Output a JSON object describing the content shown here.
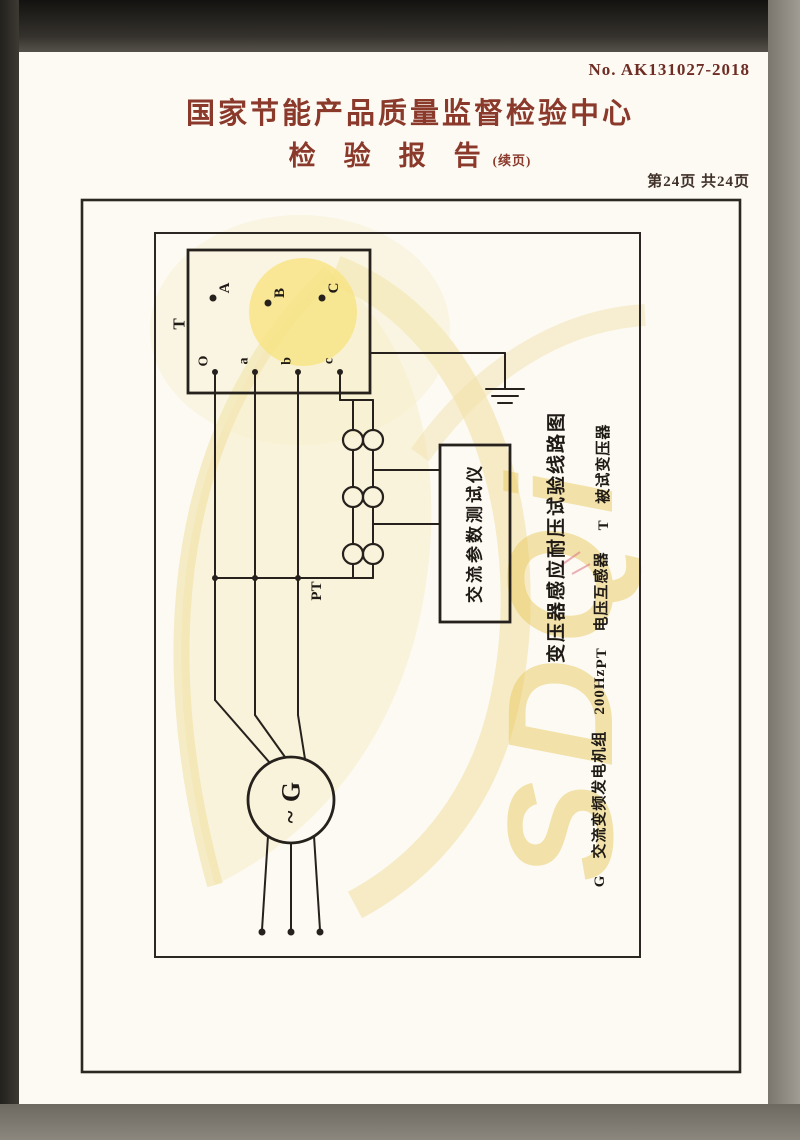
{
  "scan": {
    "report_no": "No. AK131027-2018",
    "header_title": "国家节能产品质量监督检验中心",
    "header_subtitle": "检验报告",
    "header_subtitle_note": "(续页)",
    "page_indicator": "第24页 共24页"
  },
  "diagram": {
    "caption": "变压器感应耐压试验线路图",
    "tester_box_label": "交流参数测试仪",
    "transformer_box_label": "T",
    "pt_label": "PT",
    "generator_letter": "G",
    "generator_wave": "~",
    "hv_terminals": [
      "A",
      "B",
      "C"
    ],
    "lv_terminals": [
      "O",
      "a",
      "b",
      "c"
    ],
    "legend": {
      "t": "T　被试变压器",
      "pt": "PT　电压互感器",
      "g": "G　交流变频发电机组　200Hz"
    },
    "watermark_text": "SDQi"
  },
  "colors": {
    "ink_red": "#8a392b",
    "line_dark": "#26211c",
    "watermark_yellow": "#e7c550"
  }
}
